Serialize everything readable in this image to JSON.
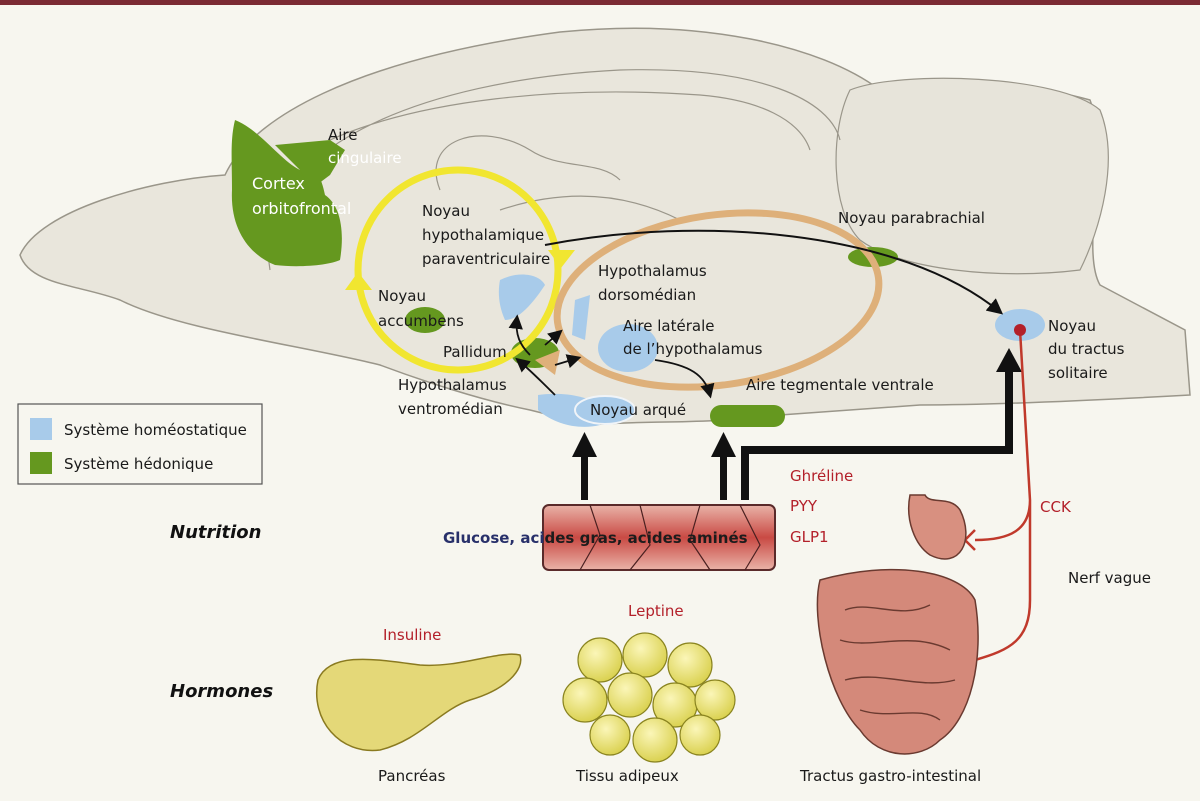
{
  "colors": {
    "homeostatic": "#a8cbea",
    "hedonic": "#65981f",
    "yellow_loop": "#f1e630",
    "orange_loop": "#deb07a",
    "hormone_text": "#b3202a",
    "brain": "#e9e6dc",
    "top_bar": "#7b2a33",
    "nutrient_text": "#28306a"
  },
  "brain_labels": {
    "aire_cingulaire": [
      "Aire",
      "cingulaire"
    ],
    "cortex_orbitofrontal": [
      "Cortex",
      "orbitofrontal"
    ],
    "noyau_pvn": [
      "Noyau",
      "hypothalamique",
      "paraventriculaire"
    ],
    "noyau_accumbens": [
      "Noyau",
      "accumbens"
    ],
    "pallidum": "Pallidum",
    "hypothalamus_vm": [
      "Hypothalamus",
      "ventromédian"
    ],
    "hypothalamus_dm": [
      "Hypothalamus",
      "dorsomédian"
    ],
    "aire_laterale": [
      "Aire latérale",
      "de l’hypothalamus"
    ],
    "noyau_arque": "Noyau arqué",
    "aire_tegmentale": "Aire tegmentale ventrale",
    "noyau_parabrachial": "Noyau parabrachial",
    "noyau_tractus": [
      "Noyau",
      "du tractus",
      "solitaire"
    ]
  },
  "legend": {
    "items": [
      {
        "label": "Système homéostatique",
        "color": "#a8cbea"
      },
      {
        "label": "Système hédonique",
        "color": "#65981f"
      }
    ]
  },
  "sections": {
    "nutrition": "Nutrition",
    "hormones": "Hormones"
  },
  "nutrients": {
    "part1": "Glucose, aci",
    "part2": "des gras, acides aminés"
  },
  "gut_hormones": [
    "Ghréline",
    "PYY",
    "GLP1"
  ],
  "cck": "CCK",
  "nerf_vague": "Nerf vague",
  "insuline": "Insuline",
  "leptine": "Leptine",
  "organs": {
    "pancreas": "Pancréas",
    "adipose": "Tissu adipeux",
    "gut": "Tractus gastro-intestinal"
  }
}
